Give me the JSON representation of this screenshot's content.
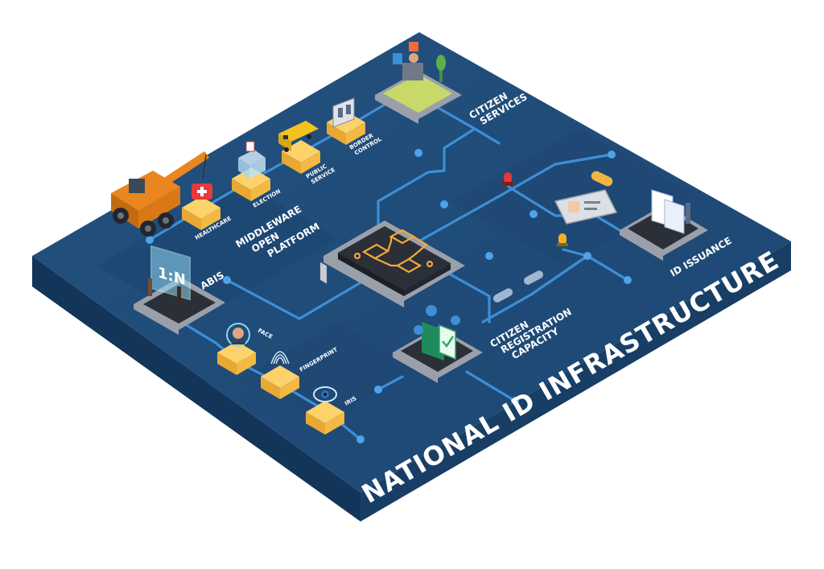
{
  "title": "NATIONAL ID INFRASTRUCTURE",
  "colors": {
    "board_top": "#214c79",
    "board_side_front": "#13355a",
    "board_side_right": "#1a3f68",
    "trace": "#3d8fd6",
    "node": "#4ea3ea",
    "chip_body": "#2b2f38",
    "chip_accent": "#f3a93a",
    "box": "#f6c14c",
    "crane": "#e9861f"
  },
  "labels": {
    "middleware": [
      "MIDDLEWARE",
      "OPEN",
      "PLATFORM"
    ],
    "abis": "ABIS",
    "abis_screen": "1:N",
    "citizen_services": [
      "CITIZEN",
      "SERVICES"
    ],
    "citizen_registration": [
      "CITIZEN",
      "REGISTRATION",
      "CAPACITY"
    ],
    "id_issuance": "ID ISSUANCE",
    "face": "FACE",
    "fingerprint": "FINGERPRINT",
    "iris": "IRIS",
    "healthcare": "HEALTHCARE",
    "election": "ELECTION",
    "public_service": [
      "PUBLIC",
      "SERVICE"
    ],
    "border_control": [
      "BORDER",
      "CONTROL"
    ]
  },
  "icons": {
    "middleware_chip": "circuit-chip-icon",
    "abis_display": "matching-screen-icon",
    "face": "face-scan-icon",
    "fingerprint": "fingerprint-icon",
    "iris": "eye-scan-icon",
    "healthcare": "medical-kit-icon",
    "election": "ballot-box-icon",
    "public_service": "bus-icon",
    "border_control": "border-gate-icon",
    "citizen_services": "service-desk-icon",
    "id_issuance": "id-documents-icon",
    "citizen_registration": "registration-documents-icon",
    "crane": "crane-icon"
  }
}
